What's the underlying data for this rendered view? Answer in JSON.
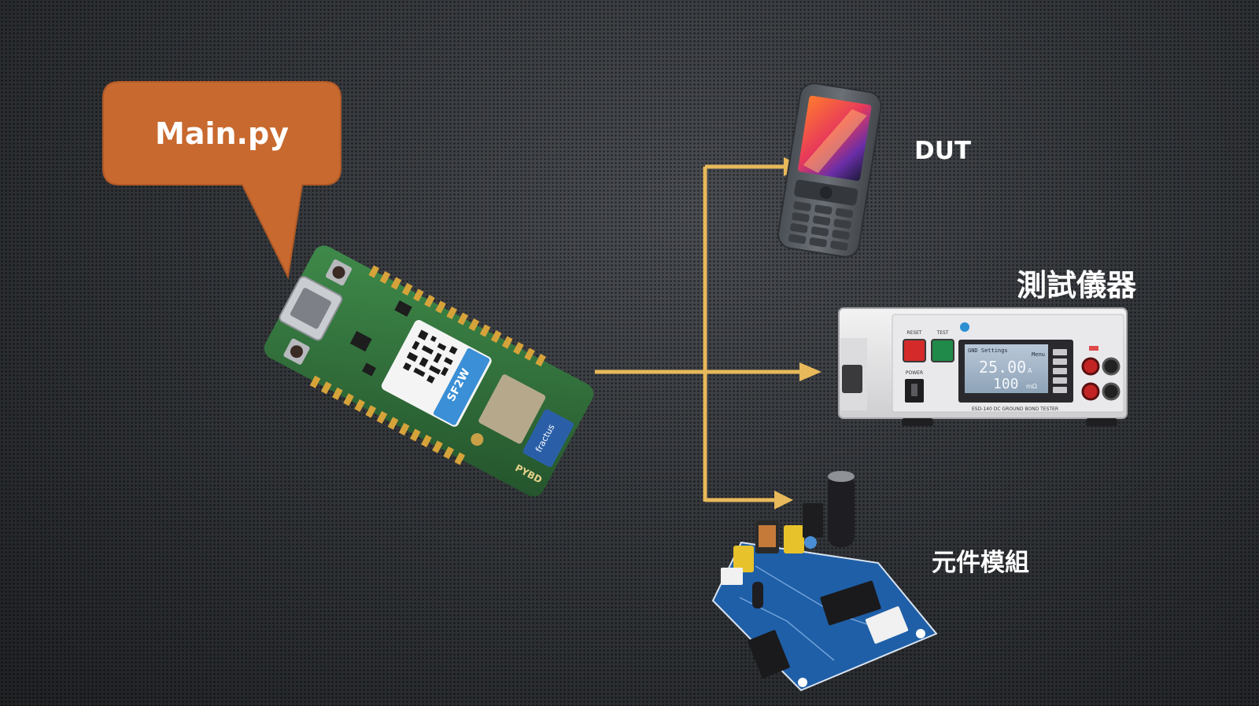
{
  "bubble": {
    "text": "Main.py"
  },
  "labels": {
    "dut": "DUT",
    "tester": "測試儀器",
    "module": "元件模組"
  },
  "tester_display": {
    "header_left": "GND Settings",
    "header_right": "Menu",
    "value_current": "25.00",
    "unit_current": "A",
    "value_resistance": "100",
    "unit_resistance": "mΩ",
    "button_reset": "RESET",
    "button_test": "TEST",
    "label_power": "POWER",
    "model_caption": "ESD-140 DC GROUND BOND TESTER"
  },
  "board": {
    "sticker": "SF2W",
    "badge": "fractus",
    "silk": "PYBD"
  },
  "colors": {
    "bubble": "#c8692f",
    "arrow": "#e8b95a",
    "pcb": "#2f6b3a",
    "pcb_blue": "#1f5fa8",
    "phone": "#5b6066"
  }
}
